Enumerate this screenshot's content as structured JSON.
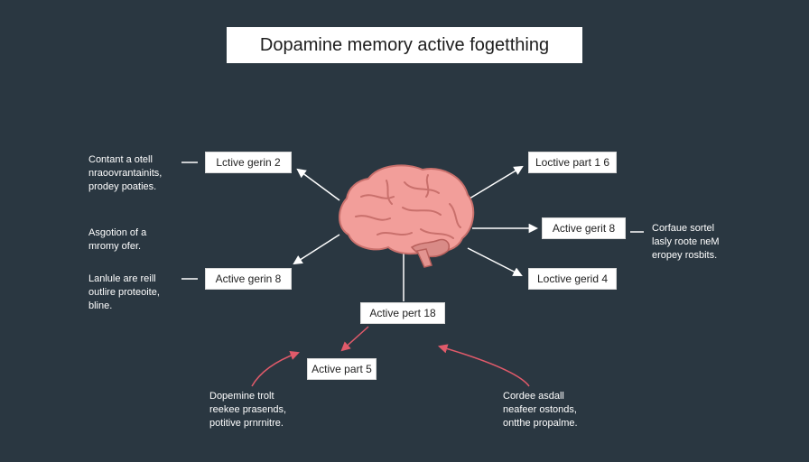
{
  "title": "Dopamine memory active fogetthing",
  "colors": {
    "background": "#2a3741",
    "arrow_white": "#ffffff",
    "arrow_red": "#e05a6a",
    "brain": "#f29e9a"
  },
  "nodes": {
    "n_left_top": "Lctive gerin 2",
    "n_left_mid": "Active gerin 8",
    "n_right_top": "Loctive part 1 6",
    "n_right_mid": "Active gerit 8",
    "n_right_low": "Loctive gerid 4",
    "n_center": "Active pert 18",
    "n_bottom": "Active part 5"
  },
  "notes": {
    "left_1": [
      "Contant a otell",
      "nraoovrantainits,",
      "prodey poaties."
    ],
    "left_2": [
      "Asgotion of a",
      "mromy ofer."
    ],
    "left_3": [
      "Lanlule are reill",
      "outlire proteoite,",
      "bline."
    ],
    "right_1": [
      "Corfaue sortel",
      "lasly roote neM",
      "eropey rosbits."
    ],
    "bottom_left": [
      "Dopemine trolt",
      "reekee prasends,",
      "potitive prnrnitre."
    ],
    "bottom_right": [
      "Cordee asdall",
      "neafeer ostonds,",
      "ontthe propalme."
    ]
  }
}
